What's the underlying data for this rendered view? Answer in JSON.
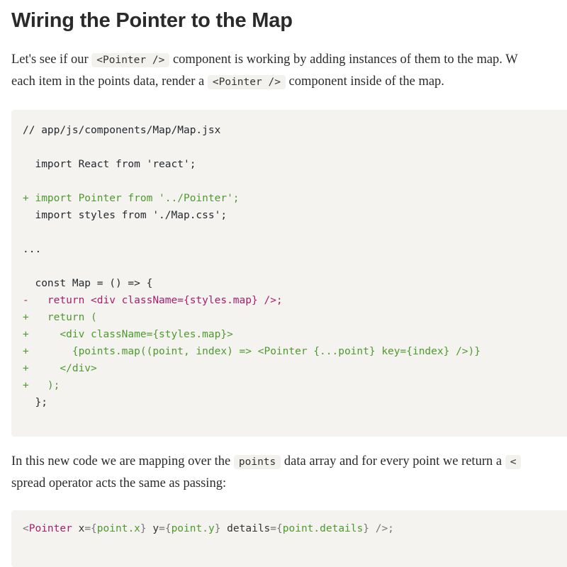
{
  "heading": "Wiring the Pointer to the Map",
  "para1": {
    "line1": {
      "pre": "Let's see if our ",
      "code": "<Pointer />",
      "post": " component is working by adding instances of them to the map. W"
    },
    "line2": {
      "pre": "each item in the points data, render a ",
      "code": "<Pointer />",
      "post": " component inside of the map."
    }
  },
  "code_block_1": [
    {
      "text": "// app/js/components/Map/Map.jsx",
      "kind": "normal"
    },
    {
      "text": "",
      "kind": "normal"
    },
    {
      "text": "  import React from 'react';",
      "kind": "normal"
    },
    {
      "text": "",
      "kind": "normal"
    },
    {
      "text": "+ import Pointer from '../Pointer';",
      "kind": "added"
    },
    {
      "text": "  import styles from './Map.css';",
      "kind": "normal"
    },
    {
      "text": "",
      "kind": "normal"
    },
    {
      "text": "...",
      "kind": "normal"
    },
    {
      "text": "",
      "kind": "normal"
    },
    {
      "text": "  const Map = () => {",
      "kind": "normal"
    },
    {
      "text": "-   return <div className={styles.map} />;",
      "kind": "removed"
    },
    {
      "text": "+   return (",
      "kind": "added"
    },
    {
      "text": "+     <div className={styles.map}>",
      "kind": "added"
    },
    {
      "text": "+       {points.map((point, index) => <Pointer {...point} key={index} />)}",
      "kind": "added"
    },
    {
      "text": "+     </div>",
      "kind": "added"
    },
    {
      "text": "+   );",
      "kind": "added"
    },
    {
      "text": "  };",
      "kind": "normal"
    }
  ],
  "para2": {
    "line1": {
      "pre": "In this new code we are mapping over the ",
      "code": "points",
      "post": " data array and for every point we return a ",
      "code2": "<"
    },
    "line2": "spread operator acts the same as passing:"
  },
  "code_block_2": {
    "t1": "<",
    "t2": "Pointer",
    "t3": " x",
    "t4": "=",
    "t5": "{",
    "t6": "point",
    "t7": ".x",
    "t8": "}",
    "t9": " y",
    "t10": "=",
    "t11": "{",
    "t12": "point",
    "t13": ".y",
    "t14": "}",
    "t15": " details",
    "t16": "=",
    "t17": "{",
    "t18": "point",
    "t19": ".details",
    "t20": "}",
    "t21": " />;"
  },
  "colors": {
    "added": "#4d9a2e",
    "removed": "#a51f6b",
    "code_background": "#f5f3f0"
  }
}
